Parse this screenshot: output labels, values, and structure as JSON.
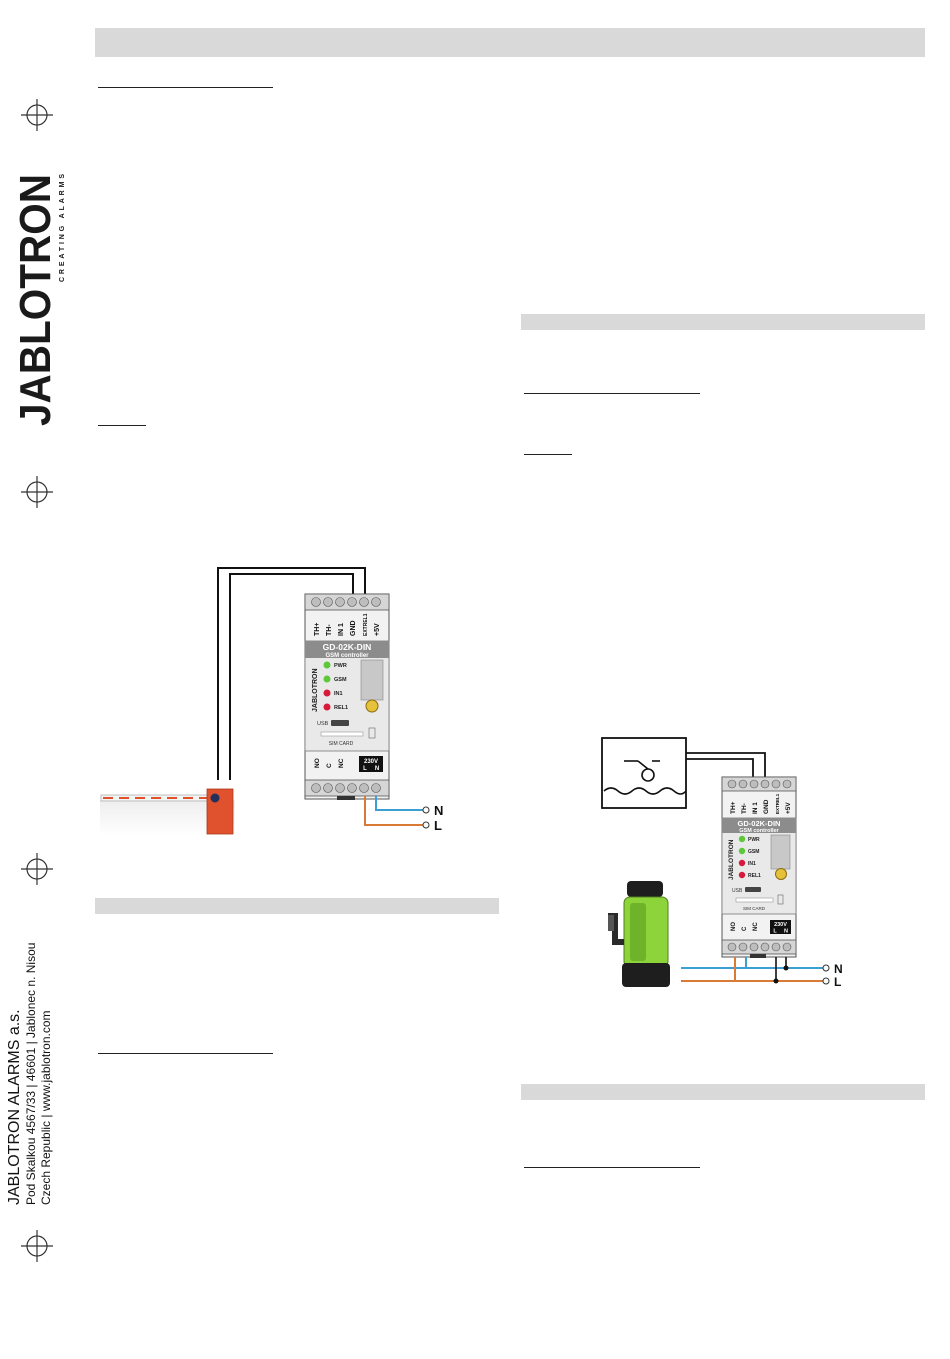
{
  "brand": {
    "logo_text": "JABLOTRON",
    "tagline": "CREATING ALARMS"
  },
  "company": {
    "name": "JABLOTRON ALARMS a.s.",
    "address_line": "Pod Skalkou 4567/33 | 46601 | Jablonec n. Nisou",
    "country_web": "Czech Republic | www.jablotron.com"
  },
  "device": {
    "model": "GD-02K-DIN",
    "subtitle": "GSM controller",
    "vendor": "JABLOTRON",
    "top_terminals": [
      "TH+",
      "TH-",
      "IN 1",
      "GND",
      "EXTREL1",
      "+5V"
    ],
    "leds": [
      "PWR",
      "GSM",
      "IN1",
      "REL1"
    ],
    "usb_label": "USB",
    "sim_label": "SIM CARD",
    "bottom_terminals": [
      "NO",
      "C",
      "NC"
    ],
    "power_label": "230V",
    "power_pins": [
      "L",
      "N"
    ]
  },
  "wiring": {
    "neutral": "N",
    "live": "L"
  },
  "colors": {
    "band": "#d9d9d9",
    "neutral_wire": "#3aa0d4",
    "live_wire": "#d97a36",
    "led_green": "#5cc83a",
    "led_red": "#d7193b",
    "barrier": "#e0512e",
    "pump": "#8dd43a"
  }
}
